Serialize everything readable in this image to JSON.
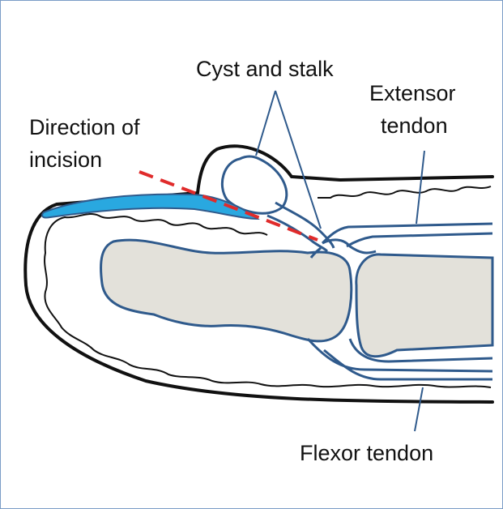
{
  "labels": {
    "cyst_and_stalk": "Cyst and stalk",
    "extensor_line1": "Extensor",
    "extensor_line2": "tendon",
    "direction_line1": "Direction of",
    "direction_line2": "incision",
    "flexor": "Flexor tendon"
  },
  "colors": {
    "frame_border": "#7a9cc6",
    "outline": "#111111",
    "tendon": "#2f5a8c",
    "bone_fill": "#e3e1da",
    "nail": "#29a8e0",
    "incision": "#e02b2b"
  }
}
